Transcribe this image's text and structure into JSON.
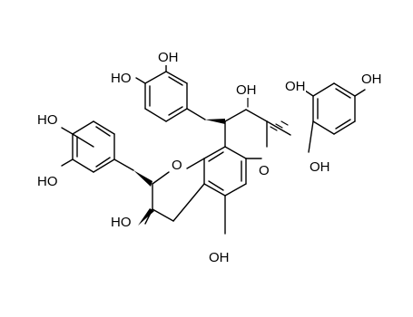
{
  "structure": {
    "labels": {
      "oh_top_catechol_upper": "OH",
      "oh_top_catechol_left": "HO",
      "oh_mid_top": "OH",
      "oh_phloro_top": "OH",
      "oh_phloro_right": "OH",
      "oh_phloro_bottom": "OH",
      "oh_left_catechol_upper": "HO",
      "oh_left_catechol_lower": "HO",
      "oh_c3_lower": "HO",
      "oh_bottom": "OH",
      "o_ring_left": "O",
      "o_ring_right": "O"
    }
  }
}
